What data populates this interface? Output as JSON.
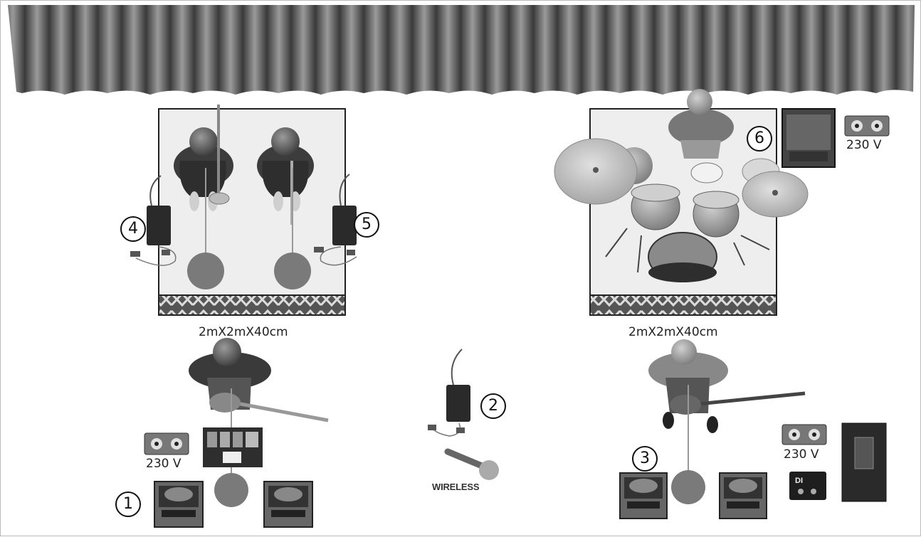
{
  "platforms": {
    "left_size_label": "2mX2mX40cm",
    "right_size_label": "2mX2mX40cm"
  },
  "outlets": {
    "drum_outlet_label": "230 V",
    "left_guitar_outlet_label": "230 V",
    "right_guitar_outlet_label": "230 V"
  },
  "wireless": {
    "label": "WIRELESS"
  },
  "markers": {
    "m1": "1",
    "m2": "2",
    "m3": "3",
    "m4": "4",
    "m5": "5",
    "m6": "6"
  },
  "di_box": {
    "label": "DI"
  },
  "colors": {
    "curtain": "#6a6a6a",
    "platform": "#eeeeee",
    "stand_base": "#7a7a7a",
    "cymbal": "#c8c8c8"
  }
}
